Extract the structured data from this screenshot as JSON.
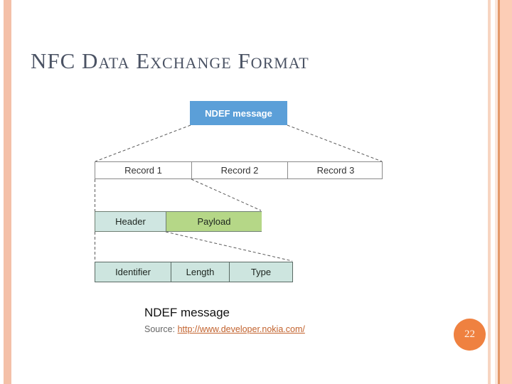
{
  "slide": {
    "title": "NFC Data Exchange Format"
  },
  "diagram": {
    "ndef_box_label": "NDEF message",
    "records": [
      "Record 1",
      "Record 2",
      "Record 3"
    ],
    "record_expansion": [
      "Header",
      "Payload"
    ],
    "header_expansion": [
      "Identifier",
      "Length",
      "Type"
    ]
  },
  "caption": "NDEF message",
  "source": {
    "label": "Source:",
    "url_text": "http://www.developer.nokia.com/"
  },
  "page_number": "22",
  "colors": {
    "ndef_box_fill": "#5b9fd8",
    "header_fill": "#cfe6e1",
    "payload_fill": "#b5d787",
    "identifier_row_fill": "#cde5df",
    "left_accent_bar": "#f4c0a8",
    "right_stripe_dark": "#e3996a",
    "right_stripe_light": "#fccdb6",
    "page_circle": "#ef8140",
    "link": "#c2622d",
    "title_text": "#4b5364"
  }
}
